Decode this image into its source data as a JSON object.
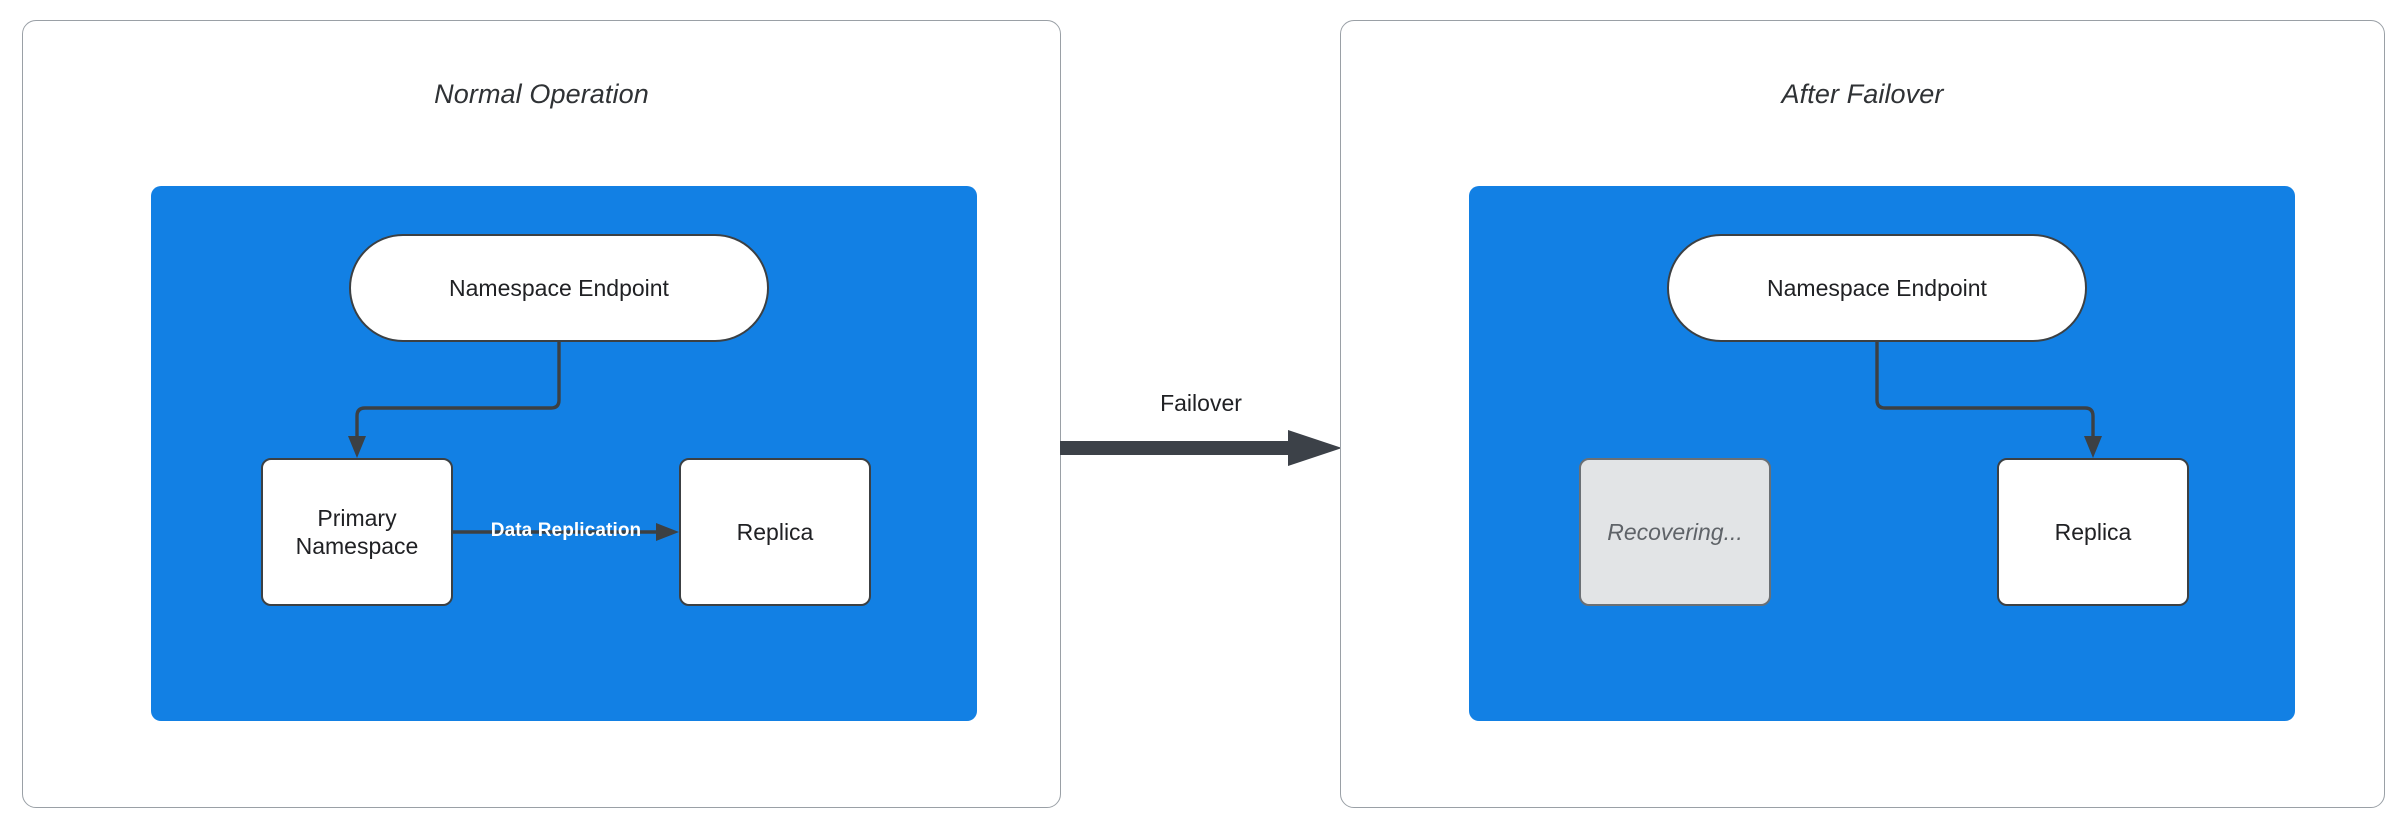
{
  "diagram": {
    "title_left": "Normal Operation",
    "title_right": "After Failover",
    "transition_label": "Failover",
    "colors": {
      "region_blue": "#1280e4",
      "node_stroke": "#3c4043",
      "node_fill": "#ffffff",
      "dim_fill": "#e2e4e6",
      "dim_text": "#5f6368",
      "panel_border": "#9aa0a6",
      "arrow": "#3c4148",
      "edge_label_text": "#ffffff"
    },
    "panels": [
      {
        "id": "normal-operation",
        "title": "Normal Operation",
        "nodes": [
          {
            "id": "namespace-endpoint",
            "label": "Namespace Endpoint",
            "shape": "pill",
            "state": "active"
          },
          {
            "id": "primary-namespace",
            "label": "Primary\nNamespace",
            "shape": "box",
            "state": "active"
          },
          {
            "id": "replica",
            "label": "Replica",
            "shape": "box",
            "state": "active"
          }
        ],
        "edges": [
          {
            "id": "endpoint-to-primary",
            "from": "namespace-endpoint",
            "to": "primary-namespace",
            "label": ""
          },
          {
            "id": "primary-to-replica",
            "from": "primary-namespace",
            "to": "replica",
            "label": "Data Replication"
          }
        ]
      },
      {
        "id": "after-failover",
        "title": "After Failover",
        "nodes": [
          {
            "id": "namespace-endpoint",
            "label": "Namespace Endpoint",
            "shape": "pill",
            "state": "active"
          },
          {
            "id": "recovering",
            "label": "Recovering...",
            "shape": "box",
            "state": "dimmed"
          },
          {
            "id": "replica",
            "label": "Replica",
            "shape": "box",
            "state": "active"
          }
        ],
        "edges": [
          {
            "id": "endpoint-to-replica",
            "from": "namespace-endpoint",
            "to": "replica",
            "label": ""
          }
        ]
      }
    ],
    "labels": {
      "namespace_endpoint": "Namespace Endpoint",
      "primary_namespace": "Primary\nNamespace",
      "replica": "Replica",
      "recovering": "Recovering...",
      "data_replication": "Data Replication",
      "failover": "Failover"
    }
  }
}
